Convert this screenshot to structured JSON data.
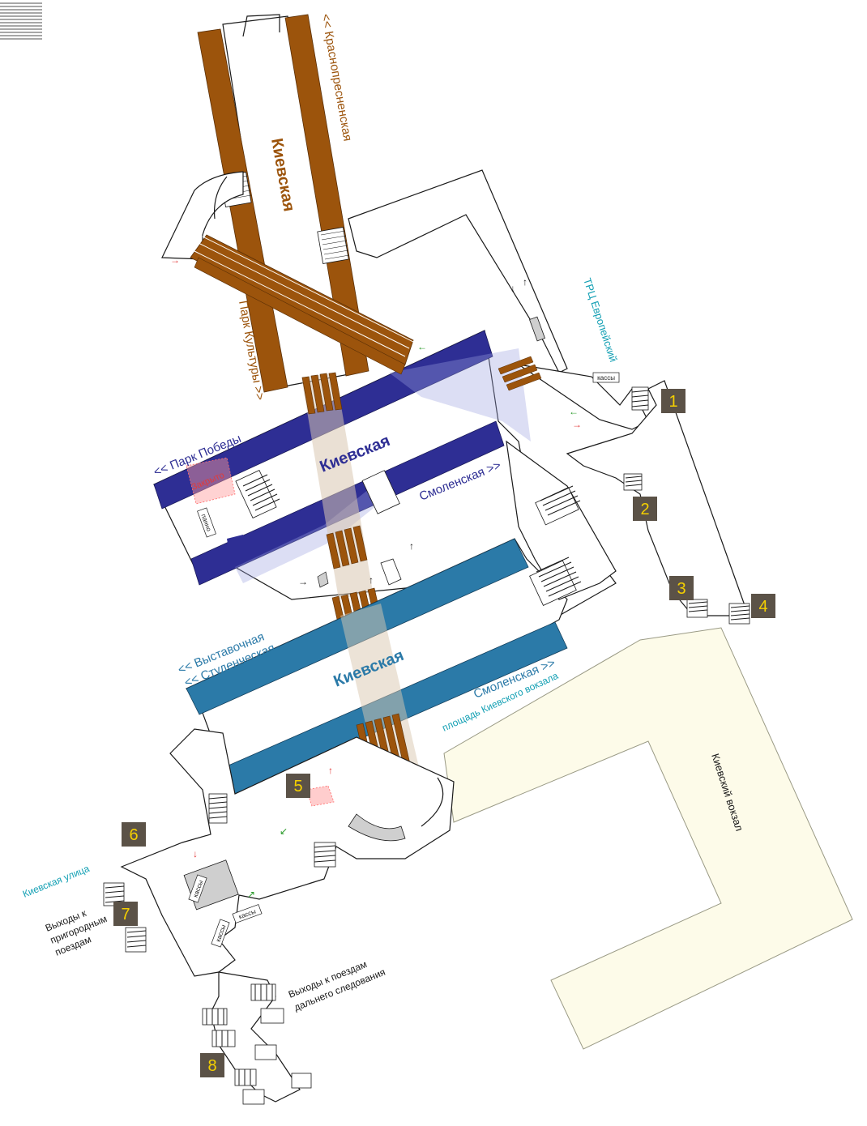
{
  "lines": {
    "brown": {
      "station": "Киевская",
      "dir_north": "<< Краснопресненская",
      "dir_south": "Парк Культуры >>",
      "color": "#9c540c"
    },
    "darkblue": {
      "station": "Киевская",
      "dir_west": "<< Парк Победы",
      "dir_east": "Смоленская >>",
      "closed": "Закрыто",
      "color": "#2e2e94"
    },
    "lightblue": {
      "station": "Киевская",
      "dir_west_1": "<< Выставочная",
      "dir_west_2": "<< Студенческая",
      "dir_east": "Смоленская >>",
      "color": "#2b7aa8"
    }
  },
  "places": {
    "mall": "ТРЦ Европейский",
    "square": "площадь Киевского вокзала",
    "street": "Киевская улица",
    "station_building": "Киевский вокзал",
    "suburban_1": "Выходы к",
    "suburban_2": "пригородным",
    "suburban_3": "поездам",
    "longdist_1": "Выходы к поездам",
    "longdist_2": "дальнего следования",
    "cashier": "кассы",
    "cashier_small": "кассы",
    "cashier_2": "кассы",
    "cashier_3": "кассы",
    "panel": "панно"
  },
  "exits": [
    "1",
    "2",
    "3",
    "4",
    "5",
    "6",
    "7",
    "8"
  ],
  "colors": {
    "text_teal": "#14a0b4",
    "text_brown": "#9c540c",
    "exit_box": "#5b5247",
    "exit_num": "#f5d000",
    "building": "#fdfbe9"
  }
}
